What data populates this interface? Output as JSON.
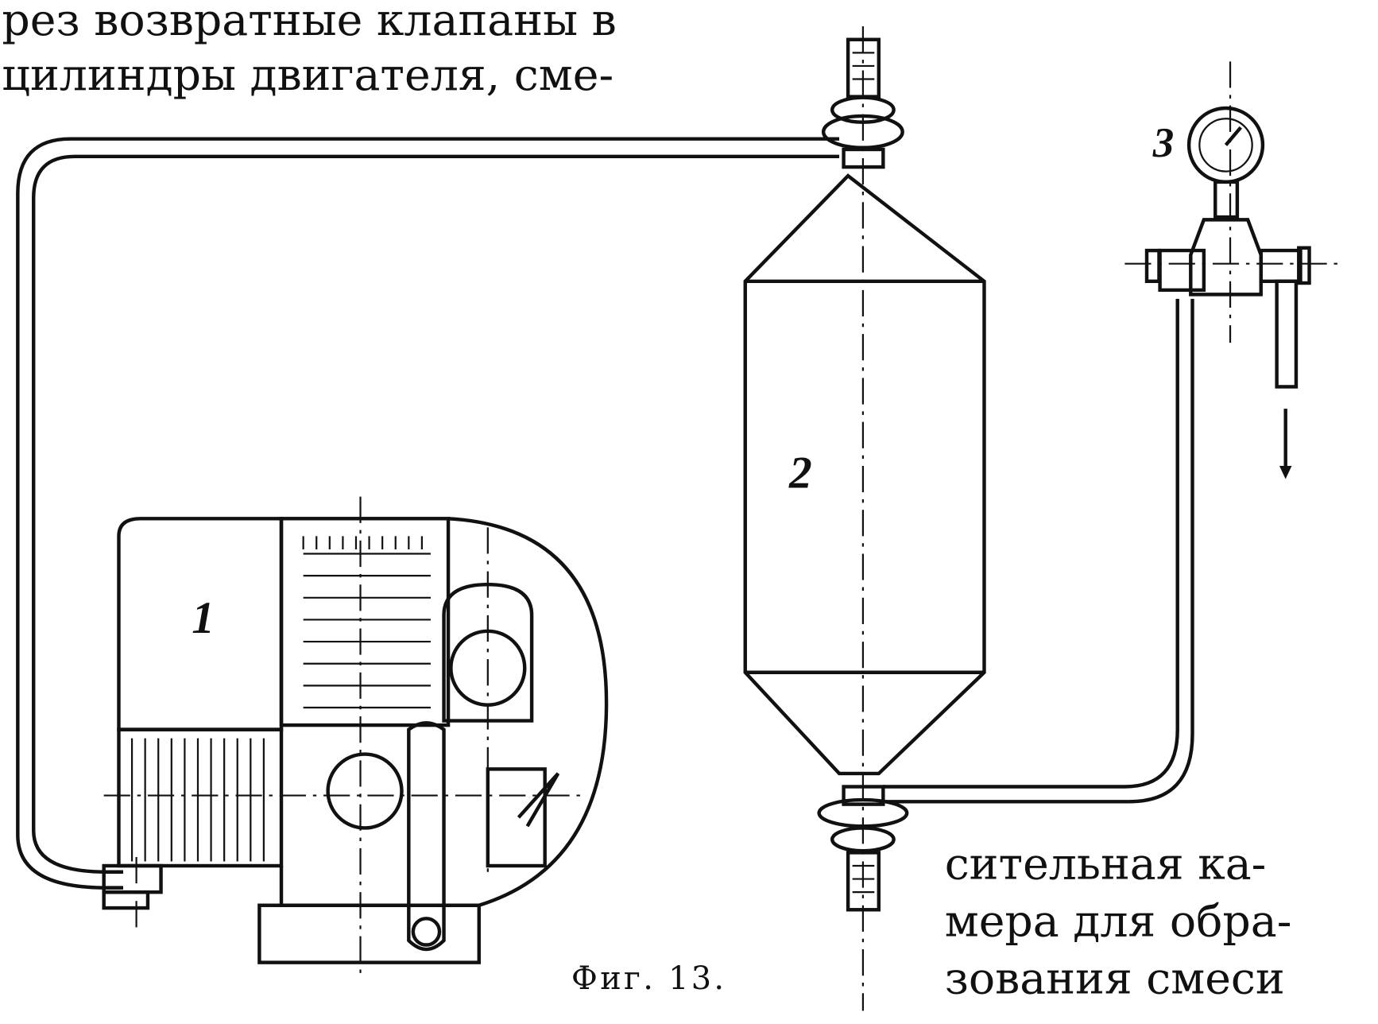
{
  "text_top": [
    "рез возвратные клапаны в",
    "цилиндры двигателя, сме-"
  ],
  "text_bottom": [
    "сительная ка-",
    "мера для обра-",
    "зования смеси"
  ],
  "caption": "Фиг. 13.",
  "labels": {
    "engine": "1",
    "tank": "2",
    "gauge": "3"
  }
}
